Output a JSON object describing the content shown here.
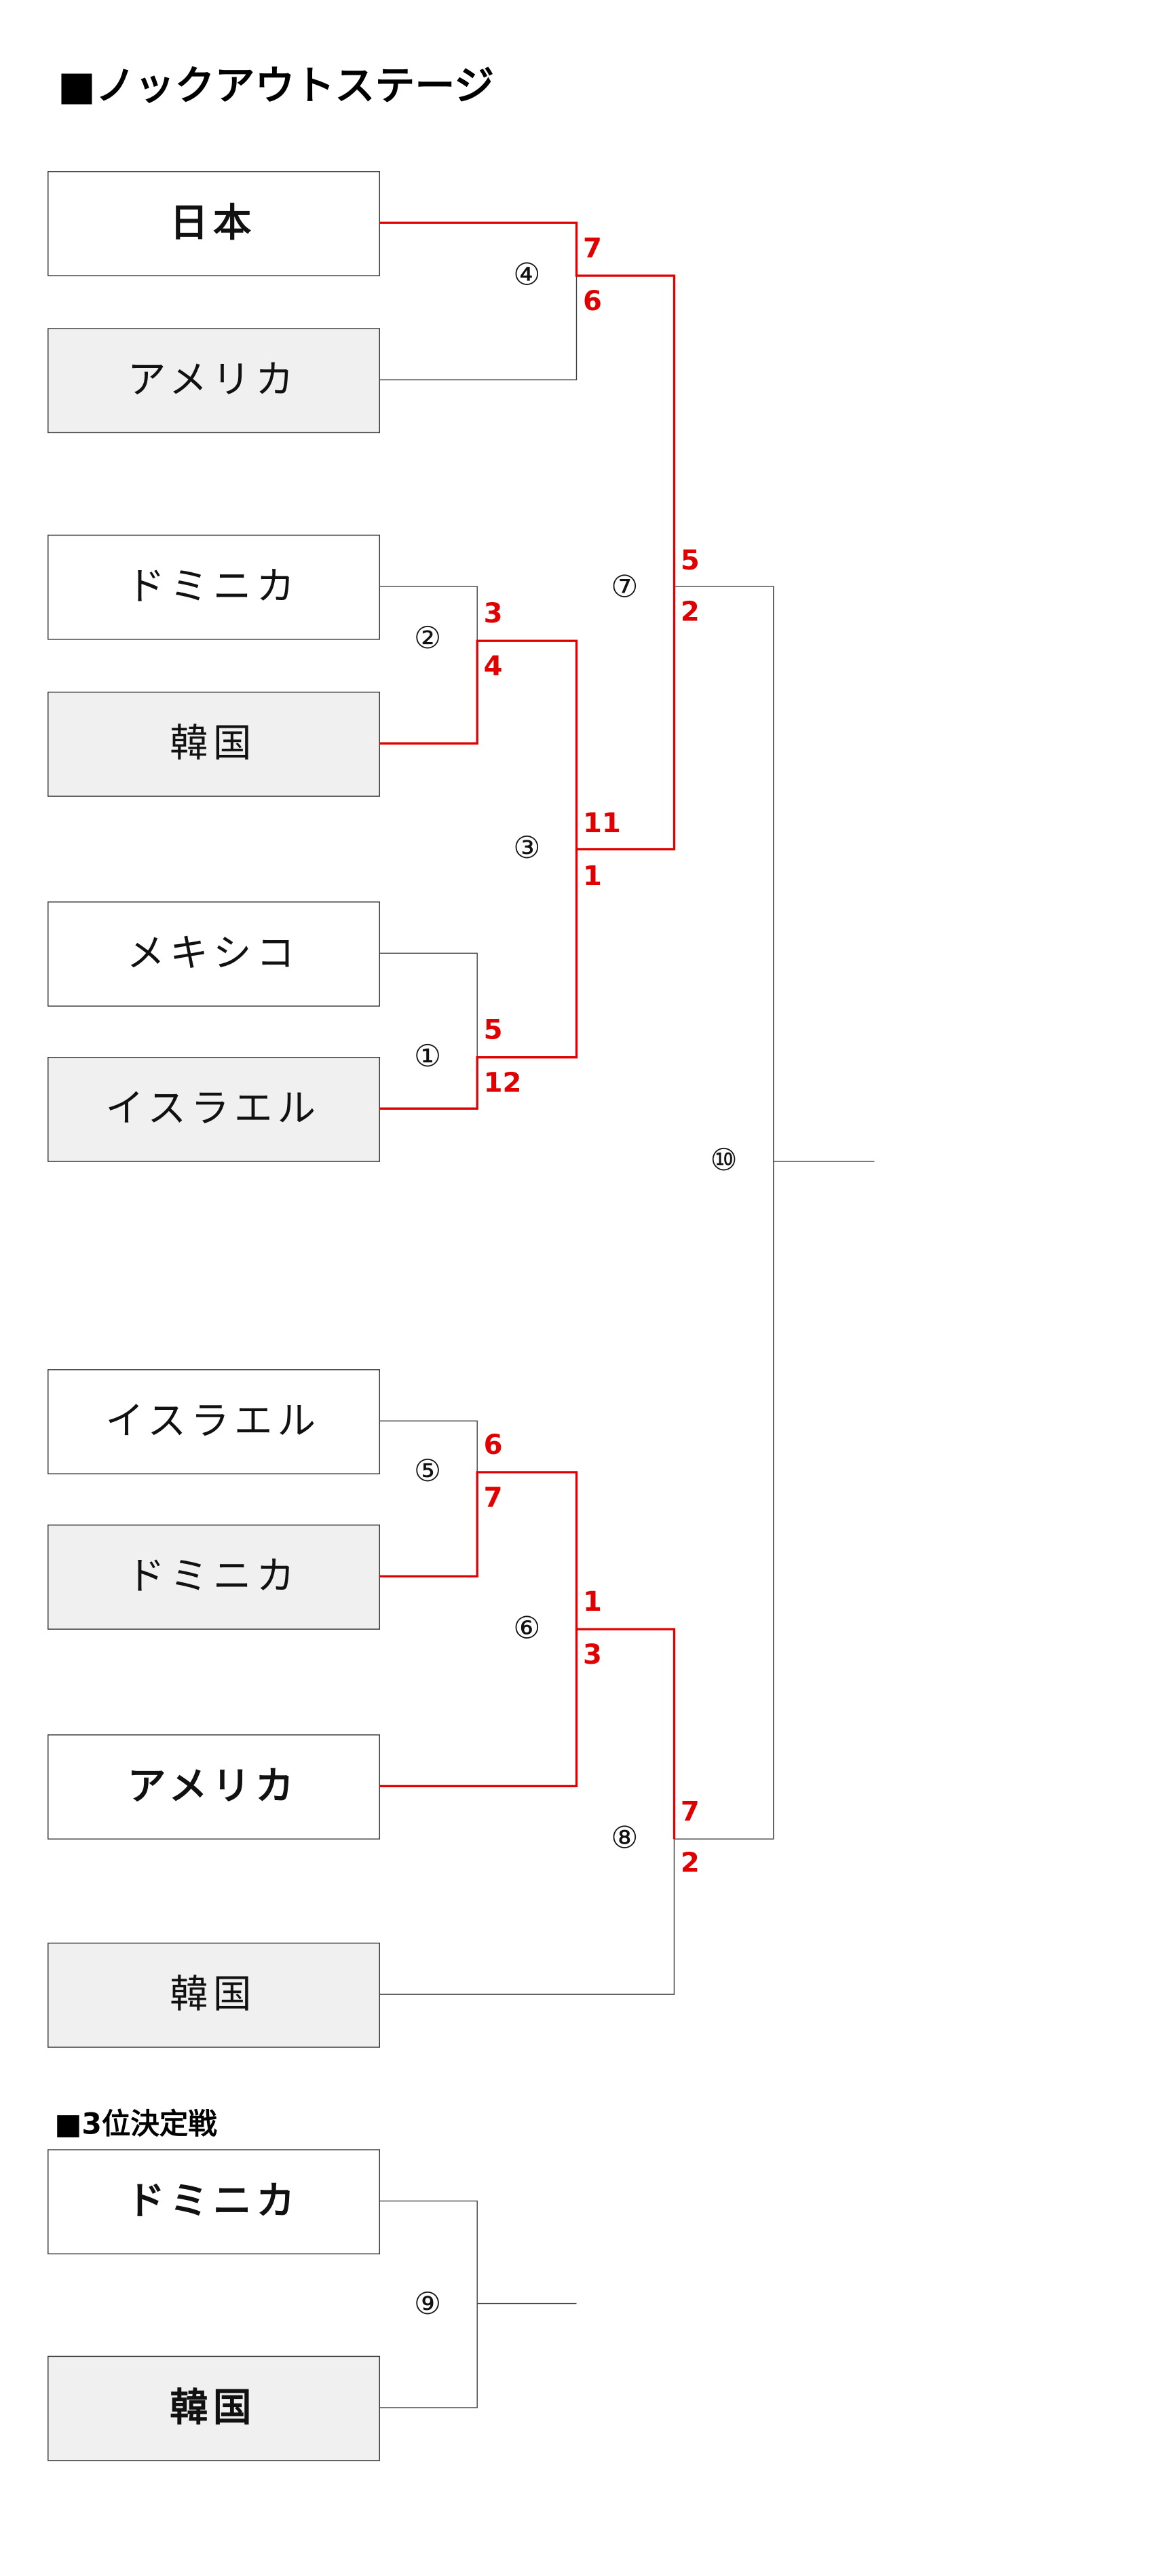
{
  "title": "■ノックアウトステージ",
  "third_place_title": "■3位決定戦",
  "colors": {
    "winner_line": "#e00000",
    "score": "#e00000",
    "alt_box": "#f0f0f0"
  },
  "teams": [
    "日本",
    "アメリカ",
    "ドミニカ",
    "韓国",
    "メキシコ",
    "イスラエル",
    "イスラエル",
    "ドミニカ",
    "アメリカ",
    "韓国"
  ],
  "third_place_teams": [
    "ドミニカ",
    "韓国"
  ],
  "matches": [
    {
      "label": "①",
      "scores": [
        "5",
        "12"
      ]
    },
    {
      "label": "②",
      "scores": [
        "3",
        "4"
      ]
    },
    {
      "label": "③",
      "scores": [
        "11",
        "1"
      ]
    },
    {
      "label": "④",
      "scores": [
        "7",
        "6"
      ]
    },
    {
      "label": "⑤",
      "scores": [
        "6",
        "7"
      ]
    },
    {
      "label": "⑥",
      "scores": [
        "1",
        "3"
      ]
    },
    {
      "label": "⑦",
      "scores": [
        "5",
        "2"
      ]
    },
    {
      "label": "⑧",
      "scores": [
        "7",
        "2"
      ]
    },
    {
      "label": "⑨"
    },
    {
      "label": "⑩"
    }
  ]
}
